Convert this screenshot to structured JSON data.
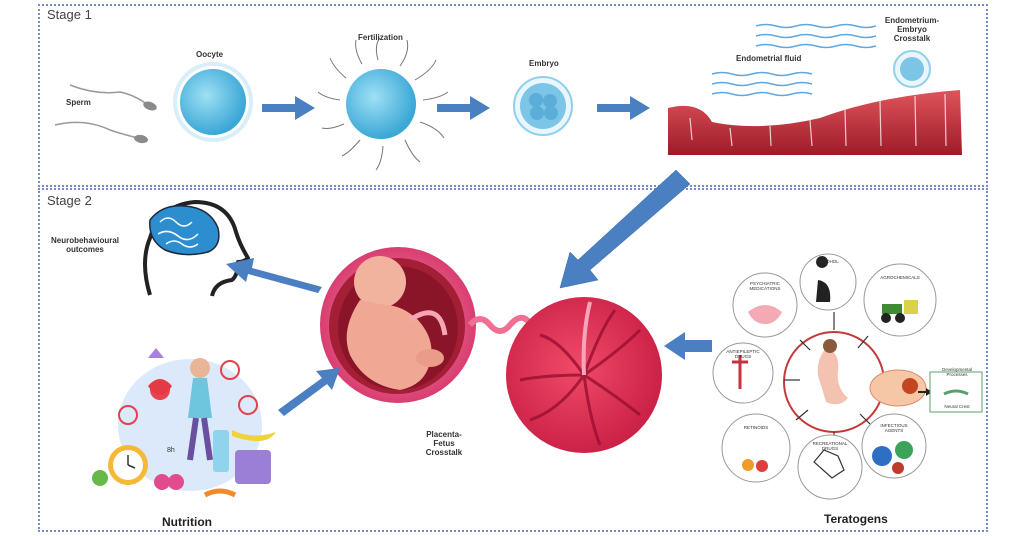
{
  "stage1": {
    "label": "Stage 1"
  },
  "stage2": {
    "label": "Stage 2"
  },
  "labels": {
    "sperm": "Sperm",
    "oocyte": "Oocyte",
    "fertilization": "Fertilization",
    "embryo": "Embryo",
    "endometrial_fluid": "Endometrial fluid",
    "crosstalk_1": "Endometrium-Embryo Crosstalk",
    "neuro": "Neurobehavioural outcomes",
    "placenta": "Placenta-Fetus Crosstalk",
    "nutrition": "Nutrition",
    "teratogens": "Teratogens",
    "developmental": "Developmental Processes",
    "neural_crest": "Neural Crest"
  },
  "teratogen_items": {
    "psychiatric": "PSYCHIATRIC MEDICATIONS",
    "alcohol": "ALCOHOL",
    "agrochemicals": "AGROCHEMICALS",
    "antiepileptic": "ANTIEPILEPTIC DRUGS",
    "retinoids": "RETINOIDS",
    "recreational": "RECREATIONAL DRUGS",
    "infectious": "INFECTIOUS AGENTS"
  },
  "nutrition_clock": "8h",
  "colors": {
    "arrow": "#4a7fc1",
    "cell": "#5ab9de",
    "tissue": "#c8323c",
    "border": "#6f8fc9"
  }
}
